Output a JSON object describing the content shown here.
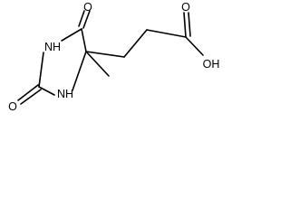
{
  "molecule": {
    "atoms": {
      "o_top": "O",
      "nh_upper": "NH",
      "nh_lower": "NH",
      "o_left": "O",
      "o_acid": "O",
      "oh": "OH"
    },
    "substituents": {
      "methyl": "Methyl"
    }
  }
}
